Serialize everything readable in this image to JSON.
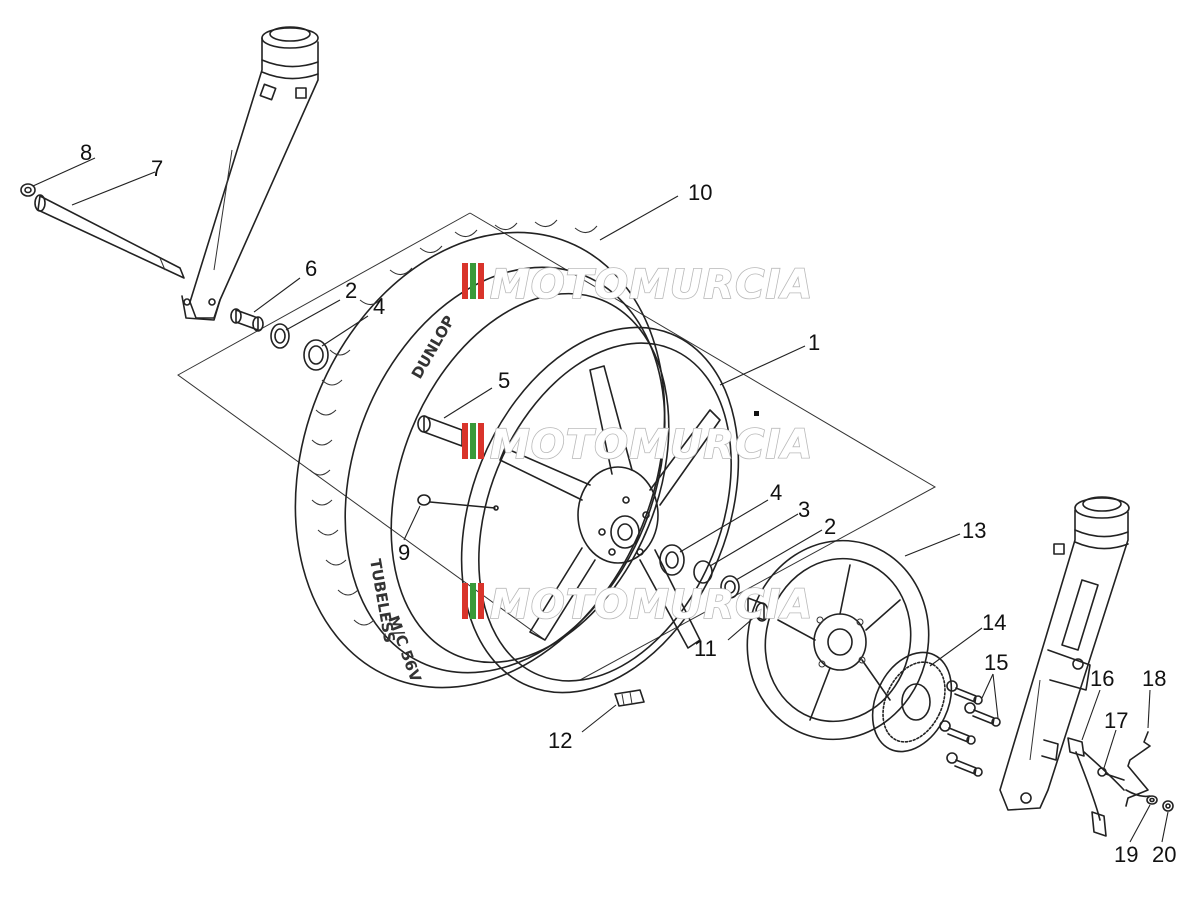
{
  "labels": {
    "l1": "1",
    "l2a": "2",
    "l2b": "2",
    "l3": "3",
    "l4a": "4",
    "l4b": "4",
    "l5": "5",
    "l6": "6",
    "l7": "7",
    "l8": "8",
    "l9": "9",
    "l10": "10",
    "l11": "11",
    "l12": "12",
    "l13": "13",
    "l14": "14",
    "l15": "15",
    "l16": "16",
    "l17": "17",
    "l18": "18",
    "l19": "19",
    "l20": "20"
  },
  "watermark": "MOTOMURCIA",
  "tire_text": {
    "brand": "DUNLOP",
    "tubeless": "TUBELESS",
    "size": "M/C 56V"
  },
  "colors": {
    "line": "#222222",
    "watermark_red": "#d9342b",
    "watermark_green": "#3a9a3a",
    "watermark_stroke": "#b8b8b8"
  }
}
